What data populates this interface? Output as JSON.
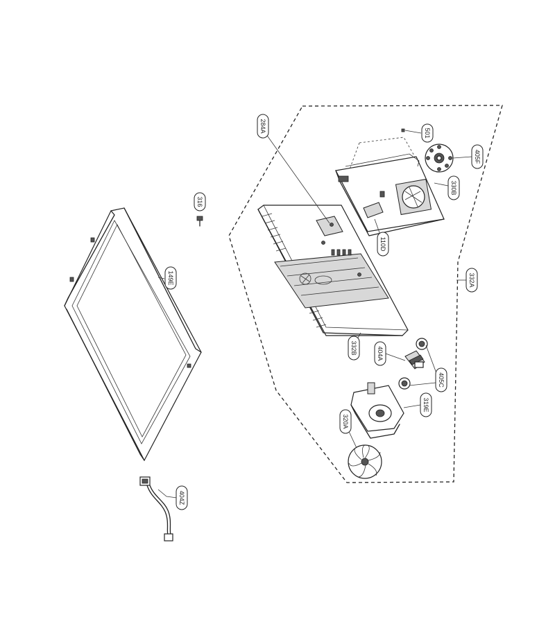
{
  "labels": {
    "p149e": "149E",
    "p316": "316",
    "p404z": "404Z",
    "p284a": "284A",
    "p501": "501",
    "p405f": "405F",
    "p330b": "330B",
    "p110d": "110D",
    "p332a": "332A",
    "p332b": "332B",
    "p404a": "404A",
    "p405c": "405C",
    "p319e": "319E",
    "p320a": "320A"
  }
}
